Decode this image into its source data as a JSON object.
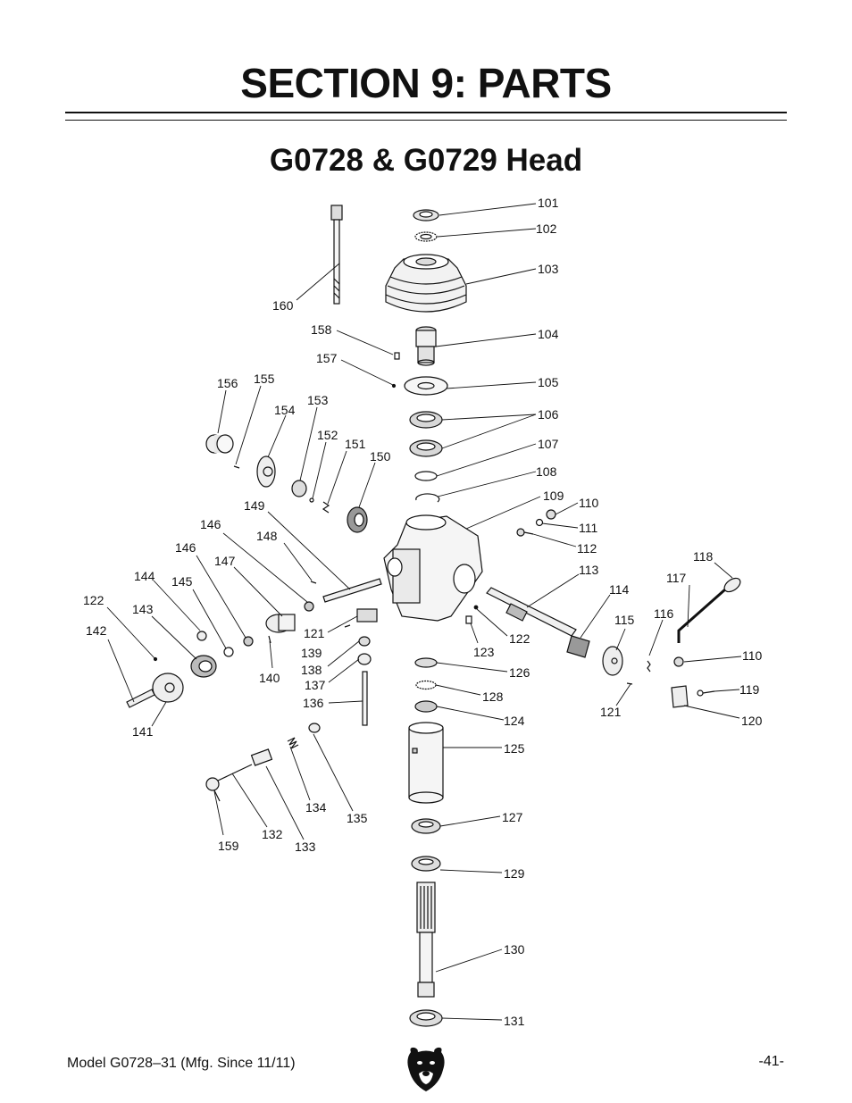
{
  "header": {
    "section_title": "SECTION 9: PARTS",
    "diagram_title": "G0728 & G0729 Head"
  },
  "footer": {
    "model": "Model G0728–31 (Mfg. Since 11/11)",
    "page_number": "-41-",
    "logo_icon": "grizzly-bear-logo-icon"
  },
  "part_labels": [
    "101",
    "102",
    "103",
    "104",
    "105",
    "106",
    "107",
    "108",
    "109",
    "110",
    "111",
    "112",
    "113",
    "114",
    "115",
    "116",
    "117",
    "118",
    "110",
    "119",
    "120",
    "121",
    "122",
    "123",
    "124",
    "125",
    "126",
    "127",
    "128",
    "129",
    "130",
    "131",
    "132",
    "133",
    "134",
    "135",
    "136",
    "137",
    "138",
    "139",
    "121",
    "140",
    "141",
    "142",
    "143",
    "144",
    "145",
    "146",
    "146",
    "147",
    "148",
    "149",
    "150",
    "151",
    "152",
    "153",
    "154",
    "155",
    "156",
    "157",
    "158",
    "159",
    "160",
    "122"
  ]
}
